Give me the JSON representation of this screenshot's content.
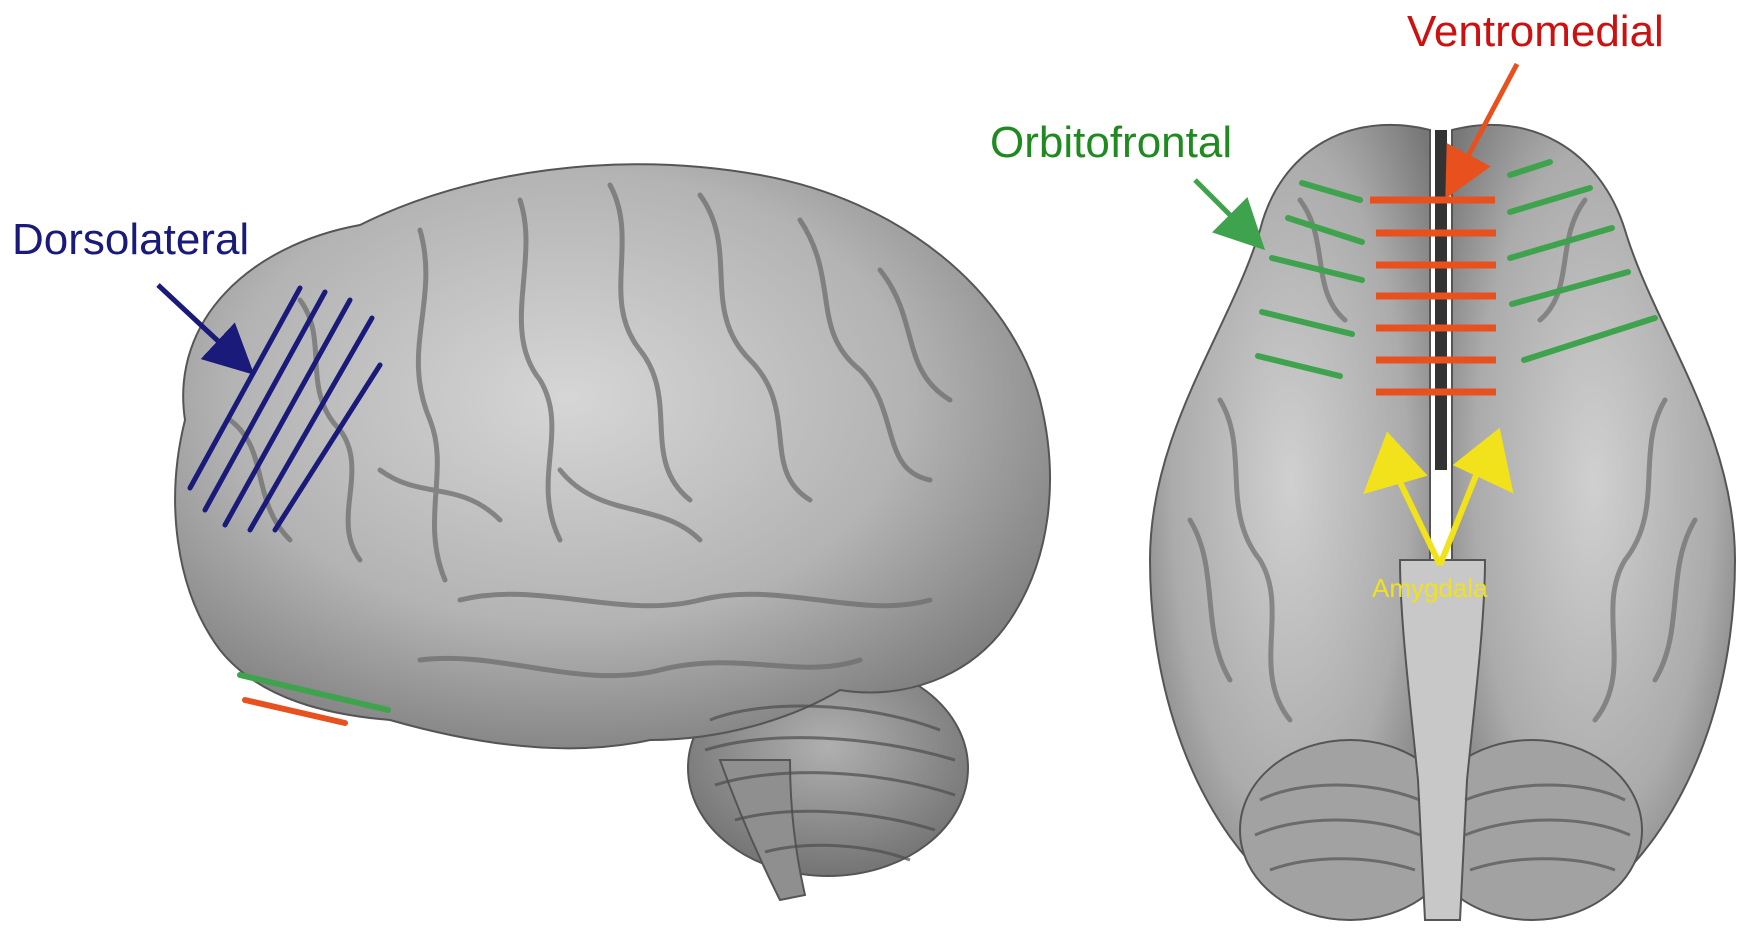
{
  "labels": {
    "dorsolateral": "Dorsolateral",
    "orbitofrontal": "Orbitofrontal",
    "ventromedial": "Ventromedial",
    "amygdala": "Amygdala"
  },
  "colors": {
    "dorsolateral": "#1a1a7a",
    "orbitofrontal": "#1f8a1f",
    "ventromedial": "#cc1111",
    "ventromedial_marks": "#e8501e",
    "orbitofrontal_marks": "#3fa34d",
    "amygdala": "#f2e21b",
    "brain_fill": "#b5b5b5",
    "brain_dark": "#6e6e6e",
    "brain_light": "#d9d9d9"
  }
}
